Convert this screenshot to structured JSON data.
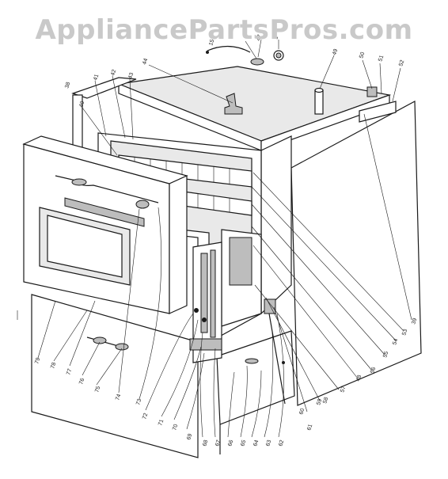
{
  "watermark": {
    "text": "AppliancePartsPros.com"
  },
  "callouts": [
    {
      "num": "15"
    },
    {
      "num": "47"
    },
    {
      "num": "1"
    },
    {
      "num": "44"
    },
    {
      "num": "38"
    },
    {
      "num": "41"
    },
    {
      "num": "42"
    },
    {
      "num": "43"
    },
    {
      "num": "40"
    },
    {
      "num": "49"
    },
    {
      "num": "50"
    },
    {
      "num": "51"
    },
    {
      "num": "52"
    },
    {
      "num": "39"
    },
    {
      "num": "53"
    },
    {
      "num": "54"
    },
    {
      "num": "55"
    },
    {
      "num": "56"
    },
    {
      "num": "48"
    },
    {
      "num": "57"
    },
    {
      "num": "58"
    },
    {
      "num": "59"
    },
    {
      "num": "60"
    },
    {
      "num": "61"
    },
    {
      "num": "62"
    },
    {
      "num": "63"
    },
    {
      "num": "64"
    },
    {
      "num": "65"
    },
    {
      "num": "66"
    },
    {
      "num": "67"
    },
    {
      "num": "68"
    },
    {
      "num": "69"
    },
    {
      "num": "70"
    },
    {
      "num": "71"
    },
    {
      "num": "72"
    },
    {
      "num": "73"
    },
    {
      "num": "74"
    },
    {
      "num": "75"
    },
    {
      "num": "76"
    },
    {
      "num": "77"
    },
    {
      "num": "78"
    },
    {
      "num": "79"
    }
  ]
}
